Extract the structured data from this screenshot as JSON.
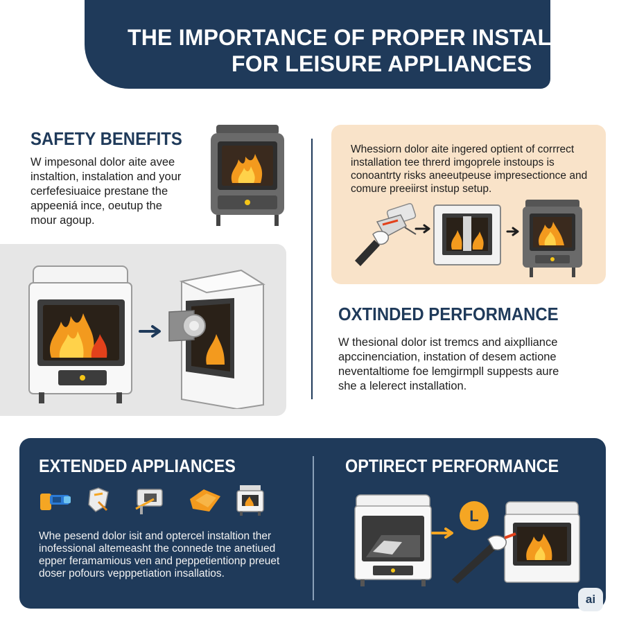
{
  "title": {
    "line1": "THE IMPORTANCE OF PROPER INSTALLATION",
    "line2": "FOR LEISURE APPLIANCES"
  },
  "safety": {
    "heading": "SAFETY BENEFITS",
    "lines": [
      "W impesonal dolor aite avee",
      "instaltion, instalation and your",
      "cerfefesiuaice prestane the",
      "appeeniá ince, oeutup the",
      "mour agoup."
    ]
  },
  "peach": {
    "lines": [
      "Whessiorn dolor aite ingered optient of corrrect",
      "installation tee threrd imgoprele instoups is",
      "conoantrty risks aneeutpeuse impresectionce and",
      "comure preeiirst instup setup."
    ]
  },
  "extended_performance": {
    "heading": "OXTINDED PERFORMANCE",
    "lines": [
      "W thesional dolor ist tremcs and aixplliance",
      "apccinenciation, instation of desem actione",
      "neventaltiome foe lemgirmpll suppests aure",
      "she a lelerect installation."
    ]
  },
  "bottom": {
    "left_heading": "EXTENDED APPLIANCES",
    "right_heading": "OPTIRECT PERFORMANCE",
    "lines": [
      "Whe pesend dolor isit and optercel instaltion ther",
      "inofessional altemeasht the connede tne anetiued",
      "epper feramamious ven and peppetientionp preuet",
      "doser pofours vepppetiation insallatios."
    ],
    "badge_letter": "L"
  },
  "watermark": "ai",
  "colors": {
    "navy": "#1f3a5a",
    "peach": "#f9e3c9",
    "gray_panel": "#e6e6e6",
    "flame_orange": "#f39a1e",
    "flame_red": "#e2411b",
    "badge_yellow": "#f5a623"
  },
  "icons": [
    "fire-extinguisher-icon",
    "hand-tool-icon",
    "installation-tool-icon",
    "flame-guard-icon",
    "stove-icon"
  ]
}
